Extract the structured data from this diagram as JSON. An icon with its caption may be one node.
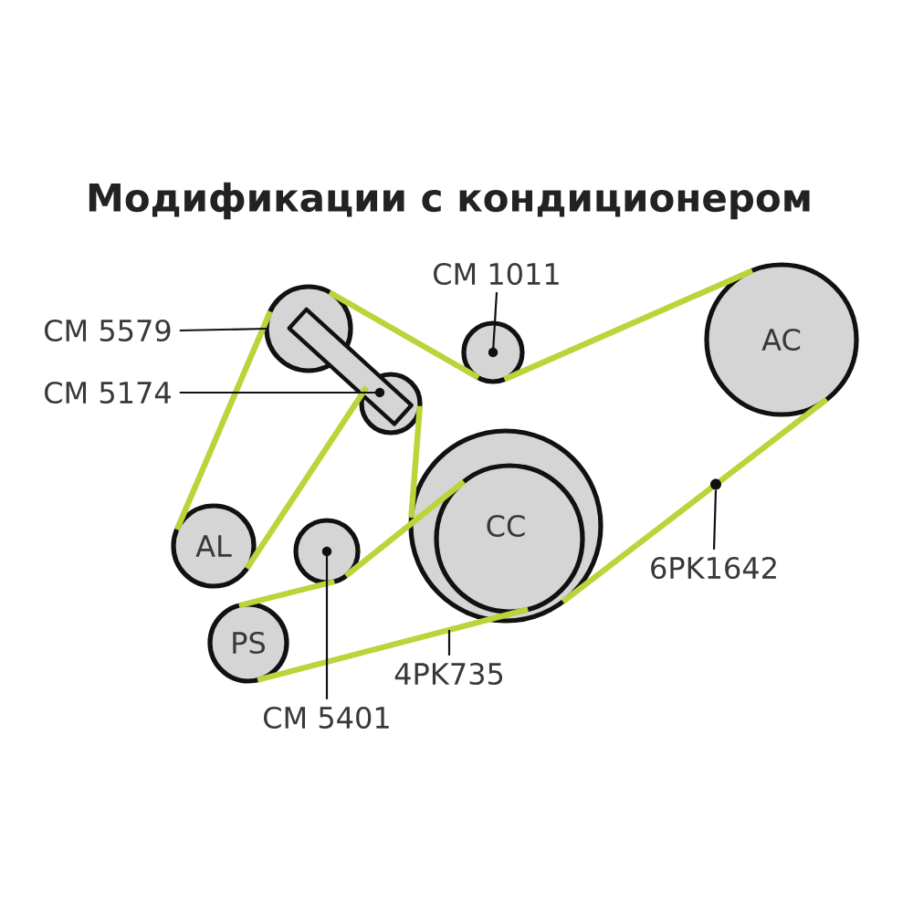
{
  "diagram": {
    "title": "Модификации с кондиционером",
    "nodes": [
      {
        "text": [
          "CM 1011"
        ]
      },
      {
        "text": [
          "CM 5579"
        ]
      },
      {
        "text": [],
        "shape": "circle"
      },
      {
        "text": [],
        "shape": "circle"
      },
      {
        "text": [
          "AC"
        ]
      },
      {
        "text": [
          "CM 5174"
        ]
      },
      {
        "text": [],
        "shape": "circle"
      },
      {
        "text": [
          "CC"
        ]
      },
      {
        "text": [
          "AL"
        ]
      },
      {
        "text": [],
        "shape": "circle"
      },
      {
        "text": [],
        "shape": "circle"
      },
      {
        "text": [
          "6PK1642"
        ]
      },
      {
        "text": [
          "PS"
        ]
      },
      {
        "text": [
          "4PK735"
        ]
      },
      {
        "text": [
          "CM 5401"
        ]
      }
    ],
    "edges": [
      {
        "from": 0,
        "to": 3,
        "arrow": "none",
        "color": "#111111"
      },
      {
        "from": 1,
        "to": 2,
        "arrow": "none",
        "color": "#111111"
      },
      {
        "from": 5,
        "to": 6,
        "arrow": "none",
        "color": "#111111"
      },
      {
        "from": 11,
        "to": 10,
        "arrow": "none",
        "color": "#111111"
      },
      {
        "from": 13,
        "to": null,
        "arrow": "none",
        "color": "#111111"
      },
      {
        "from": 14,
        "to": 9,
        "arrow": "none",
        "color": "#111111"
      },
      {
        "from": 2,
        "to": 3,
        "arrow": "none"
      },
      {
        "from": 3,
        "to": 4,
        "arrow": "none"
      },
      {
        "from": 4,
        "to": 7,
        "arrow": "none"
      },
      {
        "from": 7,
        "to": 6,
        "arrow": "none"
      },
      {
        "from": 6,
        "to": 8,
        "arrow": "none"
      },
      {
        "from": 8,
        "to": 2,
        "arrow": "none"
      },
      {
        "from": 12,
        "to": 9,
        "arrow": "none"
      },
      {
        "from": 9,
        "to": 7,
        "arrow": "none"
      },
      {
        "from": 7,
        "to": 12,
        "arrow": "none"
      }
    ]
  }
}
